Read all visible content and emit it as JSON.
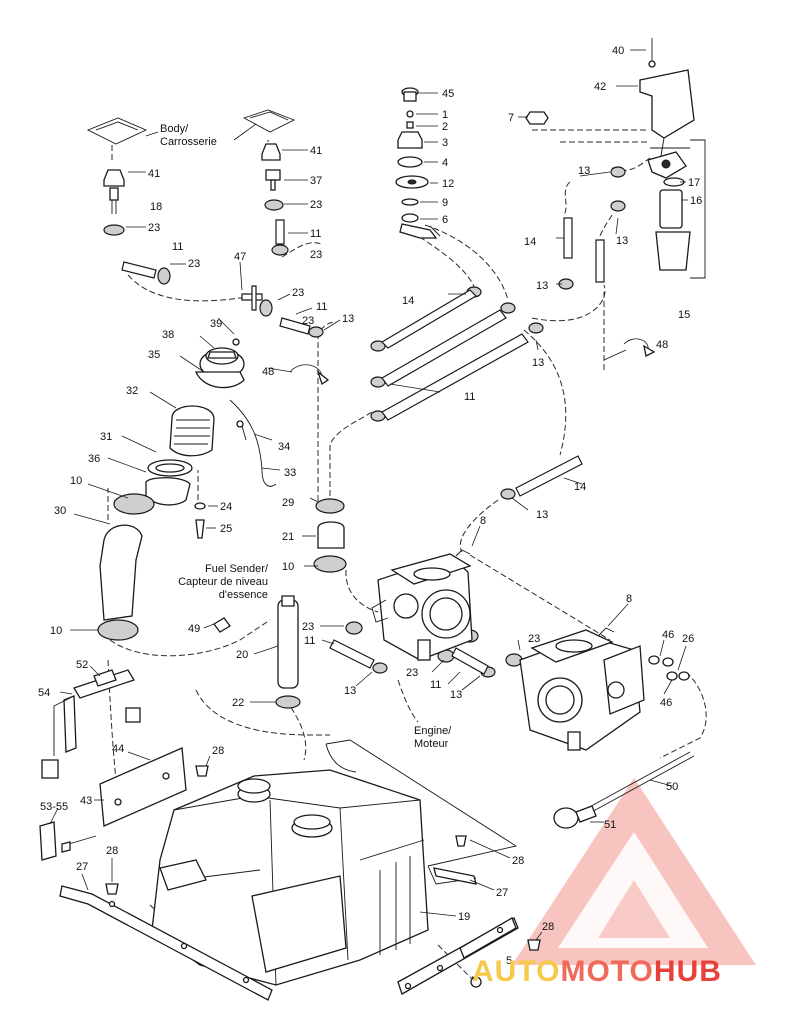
{
  "captions": {
    "body": [
      "Body/",
      "Carrosserie"
    ],
    "fuel_sender": [
      "Fuel Sender/",
      "Capteur de niveau",
      "d'essence"
    ],
    "engine": [
      "Engine/",
      "Moteur"
    ]
  },
  "labels": {
    "l40": "40",
    "l42": "42",
    "l7": "7",
    "l45": "45",
    "l1": "1",
    "l2": "2",
    "l3": "3",
    "l4": "4",
    "l12": "12",
    "l9": "9",
    "l6": "6",
    "l41a": "41",
    "l41b": "41",
    "l37": "37",
    "l23a": "23",
    "l23b": "23",
    "l11a": "11",
    "l18": "18",
    "l23c": "23",
    "l11b": "11",
    "l23d": "23",
    "l23e": "23",
    "l47": "47",
    "l23f": "23",
    "l11c": "11",
    "l13a": "13",
    "l14a": "14",
    "l13b": "13",
    "l17": "17",
    "l16": "16",
    "l14b": "14",
    "l13c": "13",
    "l13d": "13",
    "l15": "15",
    "l38": "38",
    "l39": "39",
    "l35": "35",
    "l48a": "48",
    "l48b": "48",
    "l13e": "13",
    "l11d": "11",
    "l32": "32",
    "l34": "34",
    "l31": "31",
    "l33": "33",
    "l36": "36",
    "l10a": "10",
    "l24": "24",
    "l29": "29",
    "l14c": "14",
    "l13f": "13",
    "l30": "30",
    "l25": "25",
    "l21": "21",
    "l8a": "8",
    "l10b": "10",
    "l8b": "8",
    "l49": "49",
    "l23g": "23",
    "l11e": "11",
    "l23h": "23",
    "l46a": "46",
    "l26": "26",
    "l20": "20",
    "l10c": "10",
    "l13g": "13",
    "l23i": "23",
    "l11f": "11",
    "l13h": "13",
    "l46b": "46",
    "l52": "52",
    "l54": "54",
    "l22": "22",
    "l44": "44",
    "l28a": "28",
    "l43": "43",
    "l50": "50",
    "l5355": "53-55",
    "l51": "51",
    "l28b": "28",
    "l27a": "27",
    "l28c": "28",
    "l27b": "27",
    "l19": "19",
    "l28d": "28",
    "l5": "5"
  },
  "watermark": {
    "part1": "AUTO",
    "part2": "MOTO",
    "part3": "HUB",
    "color_auto": "#f6c94a",
    "color_moto": "#f06a5c",
    "color_hub": "#e8403a"
  }
}
